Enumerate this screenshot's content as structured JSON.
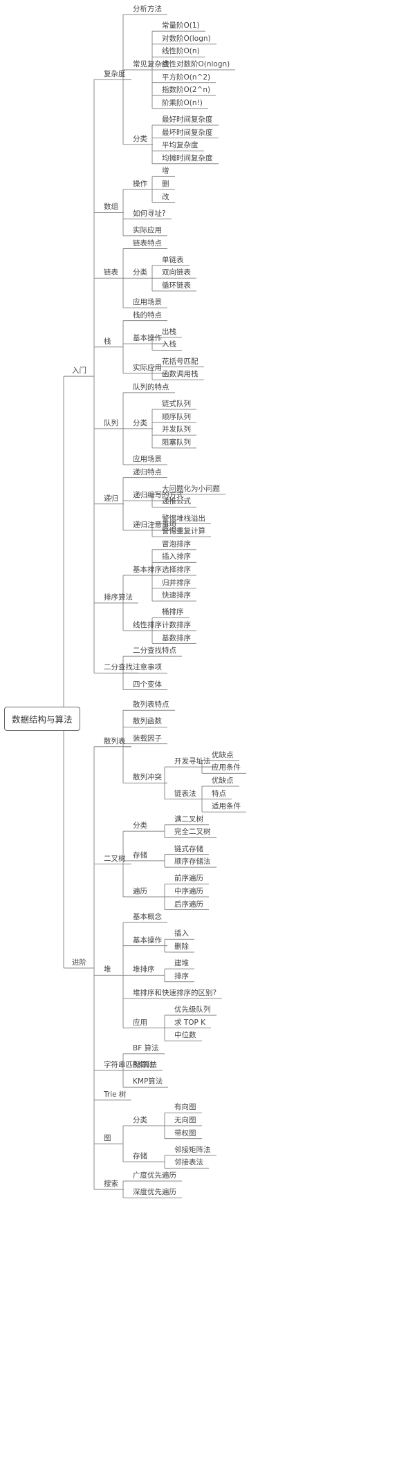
{
  "root": "数据结构与算法",
  "nodes": [
    {
      "text": "入门",
      "children": [
        {
          "text": "复杂度",
          "children": [
            {
              "text": "分析方法"
            },
            {
              "text": "常见复杂度",
              "children": [
                {
                  "text": "常量阶O(1)"
                },
                {
                  "text": "对数阶O(logn)"
                },
                {
                  "text": "线性阶O(n)"
                },
                {
                  "text": "线性对数阶O(nlogn)"
                },
                {
                  "text": "平方阶O(n^2)"
                },
                {
                  "text": "指数阶O(2^n)"
                },
                {
                  "text": "阶乘阶O(n!)"
                }
              ]
            },
            {
              "text": "分类",
              "children": [
                {
                  "text": "最好时间复杂度"
                },
                {
                  "text": "最坏时间复杂度"
                },
                {
                  "text": "平均复杂度"
                },
                {
                  "text": "均摊时间复杂度"
                }
              ]
            }
          ]
        },
        {
          "text": "数组",
          "children": [
            {
              "text": "操作",
              "children": [
                {
                  "text": "增"
                },
                {
                  "text": "删"
                },
                {
                  "text": "改"
                }
              ]
            },
            {
              "text": "如何寻址?"
            },
            {
              "text": "实际应用"
            }
          ]
        },
        {
          "text": "链表",
          "children": [
            {
              "text": "链表特点"
            },
            {
              "text": "分类",
              "children": [
                {
                  "text": "单链表"
                },
                {
                  "text": "双向链表"
                },
                {
                  "text": "循环链表"
                }
              ]
            },
            {
              "text": "应用场景"
            }
          ]
        },
        {
          "text": "栈",
          "children": [
            {
              "text": "栈的特点"
            },
            {
              "text": "基本操作",
              "children": [
                {
                  "text": "出栈"
                },
                {
                  "text": "入栈"
                }
              ]
            },
            {
              "text": "实际应用",
              "children": [
                {
                  "text": "花括号匹配"
                },
                {
                  "text": "函数调用栈"
                }
              ]
            }
          ]
        },
        {
          "text": "队列",
          "children": [
            {
              "text": "队列的特点"
            },
            {
              "text": "分类",
              "children": [
                {
                  "text": "链式队列"
                },
                {
                  "text": "顺序队列"
                },
                {
                  "text": "并发队列"
                },
                {
                  "text": "阻塞队列"
                }
              ]
            },
            {
              "text": "应用场景"
            }
          ]
        },
        {
          "text": "递归",
          "children": [
            {
              "text": "递归特点"
            },
            {
              "text": "递归编写的方式",
              "children": [
                {
                  "text": "大问题化为小问题"
                },
                {
                  "text": "递推公式"
                }
              ]
            },
            {
              "text": "递归注意事项",
              "children": [
                {
                  "text": "警惕堆栈溢出"
                },
                {
                  "text": "警惕重复计算"
                }
              ]
            }
          ]
        },
        {
          "text": "排序算法",
          "children": [
            {
              "text": "基本排序",
              "children": [
                {
                  "text": "冒泡排序"
                },
                {
                  "text": "插入排序"
                },
                {
                  "text": "选择排序"
                },
                {
                  "text": "归并排序"
                },
                {
                  "text": "快速排序"
                }
              ]
            },
            {
              "text": "线性排序",
              "children": [
                {
                  "text": "桶排序"
                },
                {
                  "text": "计数排序"
                },
                {
                  "text": "基数排序"
                }
              ]
            }
          ]
        },
        {
          "text": "二分查找",
          "children": [
            {
              "text": "二分查找特点"
            },
            {
              "text": "注意事项"
            },
            {
              "text": "四个变体"
            }
          ]
        }
      ]
    },
    {
      "text": "进阶",
      "children": [
        {
          "text": "散列表",
          "children": [
            {
              "text": "散列表特点"
            },
            {
              "text": "散列函数"
            },
            {
              "text": "装载因子"
            },
            {
              "text": "散列冲突",
              "children": [
                {
                  "text": "开发寻址法",
                  "children": [
                    {
                      "text": "优缺点"
                    },
                    {
                      "text": "应用条件"
                    }
                  ]
                },
                {
                  "text": "链表法",
                  "children": [
                    {
                      "text": "优缺点"
                    },
                    {
                      "text": "特点"
                    },
                    {
                      "text": "适用条件"
                    }
                  ]
                }
              ]
            }
          ]
        },
        {
          "text": "二叉树",
          "children": [
            {
              "text": "分类",
              "children": [
                {
                  "text": "满二叉树"
                },
                {
                  "text": "完全二叉树"
                }
              ]
            },
            {
              "text": "存储",
              "children": [
                {
                  "text": "链式存储"
                },
                {
                  "text": "顺序存储法"
                }
              ]
            },
            {
              "text": "遍历",
              "children": [
                {
                  "text": "前序遍历"
                },
                {
                  "text": "中序遍历"
                },
                {
                  "text": "后序遍历"
                }
              ]
            }
          ]
        },
        {
          "text": "堆",
          "children": [
            {
              "text": "基本概念"
            },
            {
              "text": "基本操作",
              "children": [
                {
                  "text": "插入"
                },
                {
                  "text": "删除"
                }
              ]
            },
            {
              "text": "堆排序",
              "children": [
                {
                  "text": "建堆"
                },
                {
                  "text": "排序"
                }
              ]
            },
            {
              "text": "堆排序和快速排序的区别?"
            },
            {
              "text": "应用",
              "children": [
                {
                  "text": "优先级队列"
                },
                {
                  "text": "求 TOP K"
                },
                {
                  "text": "中位数"
                }
              ]
            }
          ]
        },
        {
          "text": "字符串匹配算法",
          "children": [
            {
              "text": "BF 算法"
            },
            {
              "text": "RK算法"
            },
            {
              "text": "KMP算法"
            }
          ]
        },
        {
          "text": "Trie 树"
        },
        {
          "text": "图",
          "children": [
            {
              "text": "分类",
              "children": [
                {
                  "text": "有向图"
                },
                {
                  "text": "无向图"
                },
                {
                  "text": "带权图"
                }
              ]
            },
            {
              "text": "存储",
              "children": [
                {
                  "text": "邻接矩阵法"
                },
                {
                  "text": "邻接表法"
                }
              ]
            }
          ]
        },
        {
          "text": "搜索",
          "children": [
            {
              "text": "广度优先遍历"
            },
            {
              "text": "深度优先遍历"
            }
          ]
        }
      ]
    }
  ]
}
